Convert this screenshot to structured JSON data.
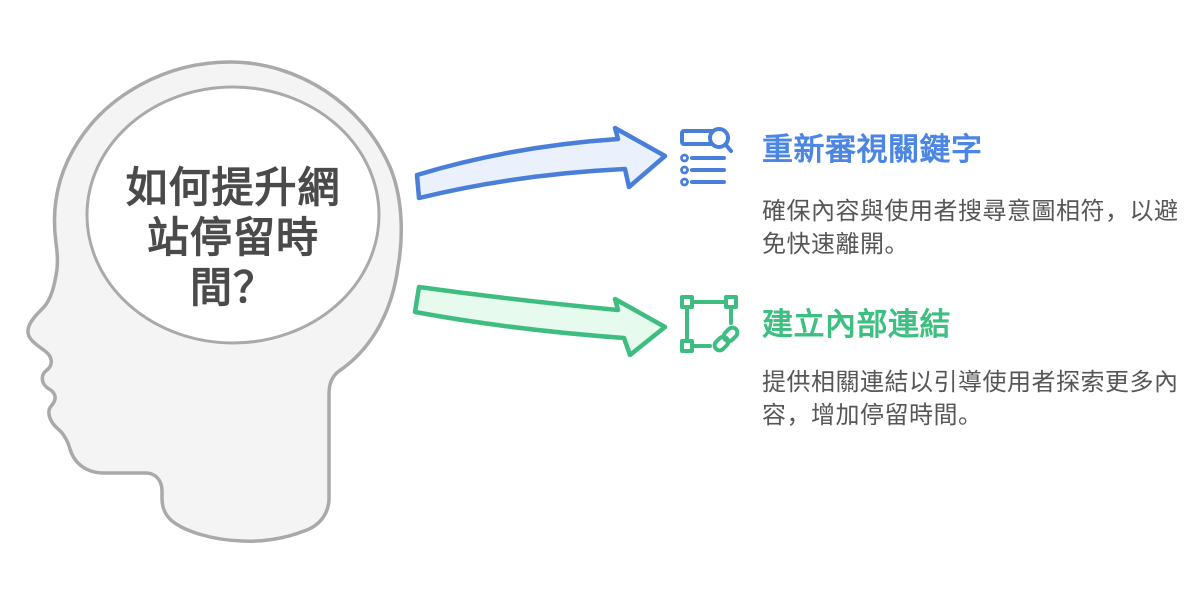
{
  "diagram": {
    "head": {
      "question": "如何提升網\n站停留時\n間？"
    },
    "items": [
      {
        "title": "重新審視關鍵字",
        "description": "確保內容與使用者搜尋意圖相符，以避免快速離開。",
        "icon": "list-search-icon",
        "accent_color": "#4b86e2",
        "arrow_fill": "#ebf1fc",
        "arrow_stroke": "#4a7fd9"
      },
      {
        "title": "建立內部連結",
        "description": "提供相關連結以引導使用者探索更多內容，增加停留時間。",
        "icon": "selection-link-icon",
        "accent_color": "#3cbf80",
        "arrow_fill": "#e6faee",
        "arrow_stroke": "#3fbd81"
      }
    ],
    "colors": {
      "background": "#ffffff",
      "head_fill": "#f4f4f4",
      "head_stroke": "#a9a9a9",
      "question_text": "#4a4a4a",
      "description_text": "#565656"
    }
  }
}
